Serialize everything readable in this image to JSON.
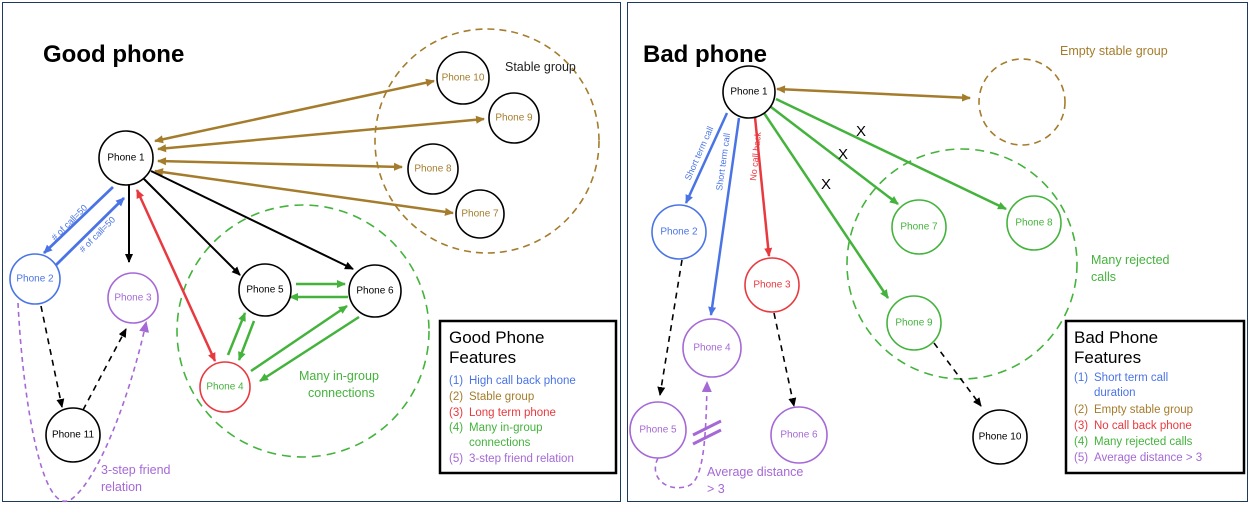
{
  "colors": {
    "black": "#000000",
    "blue": "#4a74e6",
    "gold": "#a57c2c",
    "red": "#e8393f",
    "green": "#44b33c",
    "purple": "#a569d6"
  },
  "good": {
    "title": "Good phone",
    "nodes": {
      "phone1": "Phone 1",
      "phone2": "Phone 2",
      "phone3": "Phone 3",
      "phone4": "Phone 4",
      "phone5": "Phone 5",
      "phone6": "Phone 6",
      "phone7": "Phone 7",
      "phone8": "Phone 8",
      "phone9": "Phone 9",
      "phone10": "Phone 10",
      "phone11": "Phone 11"
    },
    "group_labels": {
      "stable": "Stable group",
      "ingroup_line1": "Many in-group",
      "ingroup_line2": "connections",
      "friend_line1": "3-step friend",
      "friend_line2": "relation"
    },
    "edge_labels": {
      "calls_up": "# of call=50",
      "calls_down": "# of call=50"
    },
    "features": {
      "title_line1": "Good Phone",
      "title_line2": "Features",
      "items": [
        {
          "num": "(1)",
          "text": "High call back phone",
          "color": "blue"
        },
        {
          "num": "(2)",
          "text": "Stable group",
          "color": "gold"
        },
        {
          "num": "(3)",
          "text": "Long term phone",
          "color": "red"
        },
        {
          "num": "(4)",
          "text": "Many in-group",
          "text2": "connections",
          "color": "green"
        },
        {
          "num": "(5)",
          "text": "3-step friend relation",
          "color": "purple"
        }
      ]
    }
  },
  "bad": {
    "title": "Bad phone",
    "nodes": {
      "phone1": "Phone 1",
      "phone2": "Phone 2",
      "phone3": "Phone 3",
      "phone4": "Phone 4",
      "phone5": "Phone 5",
      "phone6": "Phone 6",
      "phone7": "Phone 7",
      "phone8": "Phone 8",
      "phone9": "Phone 9",
      "phone10": "Phone 10"
    },
    "group_labels": {
      "empty_stable": "Empty stable group",
      "rejected_line1": "Many rejected",
      "rejected_line2": "calls",
      "distance_line1": "Average distance",
      "distance_line2": "> 3"
    },
    "edge_labels": {
      "short_term_1": "Short term call",
      "short_term_2": "Short term call",
      "no_call_back": "No call back",
      "x_mark": "X"
    },
    "features": {
      "title_line1": "Bad Phone",
      "title_line2": "Features",
      "items": [
        {
          "num": "(1)",
          "text": "Short term call",
          "text2": "duration",
          "color": "blue"
        },
        {
          "num": "(2)",
          "text": "Empty stable group",
          "color": "gold"
        },
        {
          "num": "(3)",
          "text": "No call back phone",
          "color": "red"
        },
        {
          "num": "(4)",
          "text": "Many rejected calls",
          "color": "green"
        },
        {
          "num": "(5)",
          "text": "Average distance > 3",
          "color": "purple"
        }
      ]
    }
  }
}
